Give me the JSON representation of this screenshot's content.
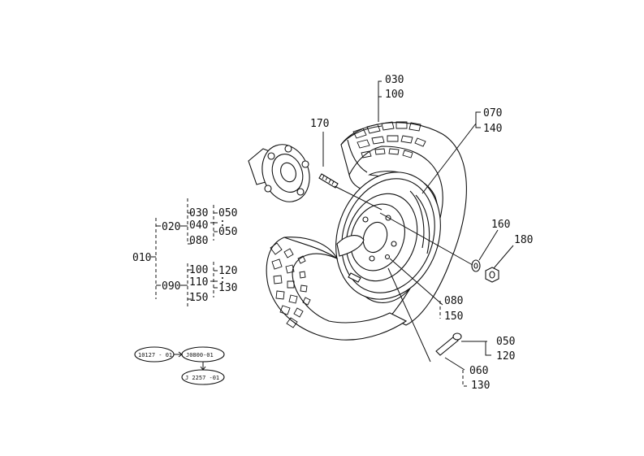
{
  "callouts": {
    "tire_top_a": "030",
    "tire_top_b": "100",
    "tube_a": "070",
    "tube_b": "140",
    "stud": "170",
    "washer": "160",
    "nut": "180",
    "rim_a": "080",
    "rim_b": "150",
    "valve_a": "050",
    "valve_b": "120",
    "valve_c": "060",
    "valve_d": "130"
  },
  "tree": {
    "root": "010",
    "branch1": "020",
    "branch1_subs": [
      "030",
      "040",
      "080"
    ],
    "branch1_right": [
      "050",
      "050"
    ],
    "branch2": "090",
    "branch2_subs": [
      "100",
      "110",
      "150"
    ],
    "branch2_right": [
      "120",
      "130"
    ],
    "colon": ":"
  },
  "refs": {
    "a": "10127 - 01",
    "b": "J0800-01",
    "c": "J 2257 -01"
  }
}
